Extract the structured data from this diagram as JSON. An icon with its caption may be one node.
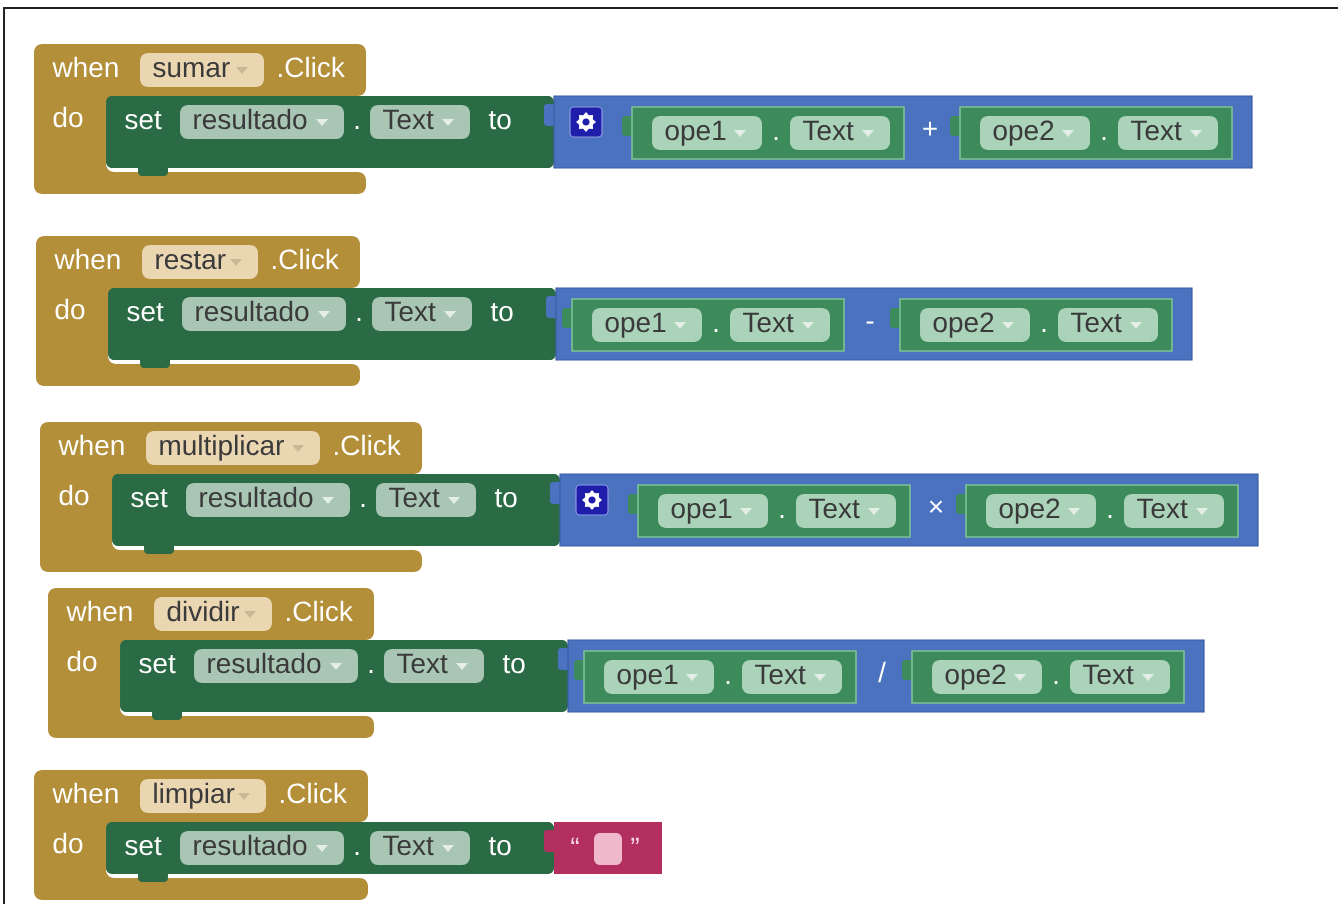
{
  "diagram": {
    "nodes": [
      {
        "text": [
          "when",
          ".Click",
          "do"
        ]
      },
      {
        "text": [
          "sumar"
        ],
        "in": 0
      },
      {
        "text": [
          "set",
          ".",
          "to"
        ]
      },
      {
        "text": [
          "resultado"
        ],
        "in": 2
      },
      {
        "text": [
          "Text"
        ],
        "in": 2
      },
      {
        "text": [
          "+"
        ]
      },
      {
        "text": [
          "."
        ],
        "in": 5
      },
      {
        "text": [
          "ope1"
        ],
        "in": 6
      },
      {
        "text": [
          "Text"
        ],
        "in": 6
      },
      {
        "text": [
          "."
        ],
        "in": 5
      },
      {
        "text": [
          "ope2"
        ],
        "in": 9
      },
      {
        "text": [
          "Text"
        ],
        "in": 9
      },
      {
        "text": [
          "when",
          ".Click",
          "do"
        ]
      },
      {
        "text": [
          "restar"
        ],
        "in": 12
      },
      {
        "text": [
          "set",
          ".",
          "to"
        ]
      },
      {
        "text": [
          "resultado"
        ],
        "in": 14
      },
      {
        "text": [
          "Text"
        ],
        "in": 14
      },
      {
        "text": [
          "-"
        ]
      },
      {
        "text": [
          "."
        ],
        "in": 17
      },
      {
        "text": [
          "ope1"
        ],
        "in": 18
      },
      {
        "text": [
          "Text"
        ],
        "in": 18
      },
      {
        "text": [
          "."
        ],
        "in": 17
      },
      {
        "text": [
          "ope2"
        ],
        "in": 21
      },
      {
        "text": [
          "Text"
        ],
        "in": 21
      },
      {
        "text": [
          "when",
          ".Click",
          "do"
        ]
      },
      {
        "text": [
          "multiplicar"
        ],
        "in": 24
      },
      {
        "text": [
          "set",
          ".",
          "to"
        ]
      },
      {
        "text": [
          "resultado"
        ],
        "in": 26
      },
      {
        "text": [
          "Text"
        ],
        "in": 26
      },
      {
        "text": [
          "×"
        ]
      },
      {
        "text": [
          "."
        ],
        "in": 29
      },
      {
        "text": [
          "ope1"
        ],
        "in": 30
      },
      {
        "text": [
          "Text"
        ],
        "in": 30
      },
      {
        "text": [
          "."
        ],
        "in": 29
      },
      {
        "text": [
          "ope2"
        ],
        "in": 33
      },
      {
        "text": [
          "Text"
        ],
        "in": 33
      },
      {
        "text": [
          "when",
          ".Click",
          "do"
        ]
      },
      {
        "text": [
          "dividir"
        ],
        "in": 36
      },
      {
        "text": [
          "set",
          ".",
          "to"
        ]
      },
      {
        "text": [
          "resultado"
        ],
        "in": 38
      },
      {
        "text": [
          "Text"
        ],
        "in": 38
      },
      {
        "text": [
          "/"
        ]
      },
      {
        "text": [
          "."
        ],
        "in": 41
      },
      {
        "text": [
          "ope1"
        ],
        "in": 42
      },
      {
        "text": [
          "Text"
        ],
        "in": 42
      },
      {
        "text": [
          "."
        ],
        "in": 41
      },
      {
        "text": [
          "ope2"
        ],
        "in": 45
      },
      {
        "text": [
          "Text"
        ],
        "in": 45
      },
      {
        "text": [
          "when",
          ".Click",
          "do"
        ]
      },
      {
        "text": [
          "limpiar"
        ],
        "in": 48
      },
      {
        "text": [
          "set",
          ".",
          "to"
        ]
      },
      {
        "text": [
          "resultado"
        ],
        "in": 50
      },
      {
        "text": [
          "Text"
        ],
        "in": 50
      },
      {
        "text": [
          "“",
          "”"
        ]
      }
    ]
  }
}
